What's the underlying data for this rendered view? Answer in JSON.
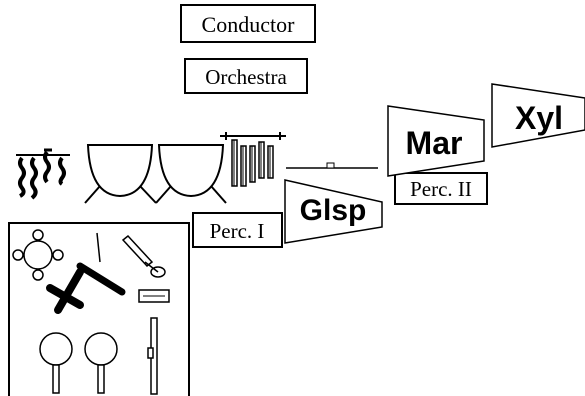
{
  "labels": {
    "conductor": "Conductor",
    "orchestra": "Orchestra",
    "perc_1": "Perc. I",
    "perc_2": "Perc. II",
    "glockenspiel": "Glsp",
    "marimba": "Mar",
    "xylophone": "Xyl"
  },
  "colors": {
    "ink": "#000000",
    "background": "#ffffff"
  },
  "icons": [
    "wind-chimes-icon",
    "timpani-icon",
    "tubular-bells-icon",
    "tambourine-icon",
    "drumstick-icon",
    "triangle-icon",
    "suspended-cymbal-icon",
    "woodblock-icon",
    "mallet-icon"
  ]
}
